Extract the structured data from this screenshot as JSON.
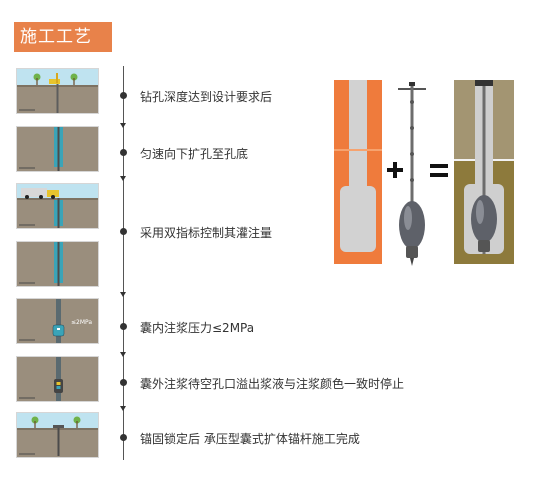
{
  "header": {
    "title": "施工工艺"
  },
  "steps": [
    {
      "text": "钻孔深度达到设计要求后"
    },
    {
      "text": "匀速向下扩孔至孔底"
    },
    {
      "text": "采用双指标控制其灌注量"
    },
    {
      "text": "囊内注浆压力≤2MPa"
    },
    {
      "text": "囊外注浆待空孔口溢出浆液与注浆颜色一致时停止"
    },
    {
      "text": "锚固锁定后 承压型囊式扩体锚杆施工完成"
    }
  ],
  "thumb_labels": {
    "pressure": "≤2MPa"
  },
  "illustration": {
    "plus": "+",
    "equals": "="
  },
  "colors": {
    "accent": "#e8824a",
    "soil": "#9a8e7d",
    "soil_dark": "#857a6b",
    "sky": "#bfe3f0",
    "grout": "#3aa4b8",
    "orange_panel": "#ef7b3c",
    "khaki": "#a39572",
    "olive": "#8d7a3c"
  }
}
